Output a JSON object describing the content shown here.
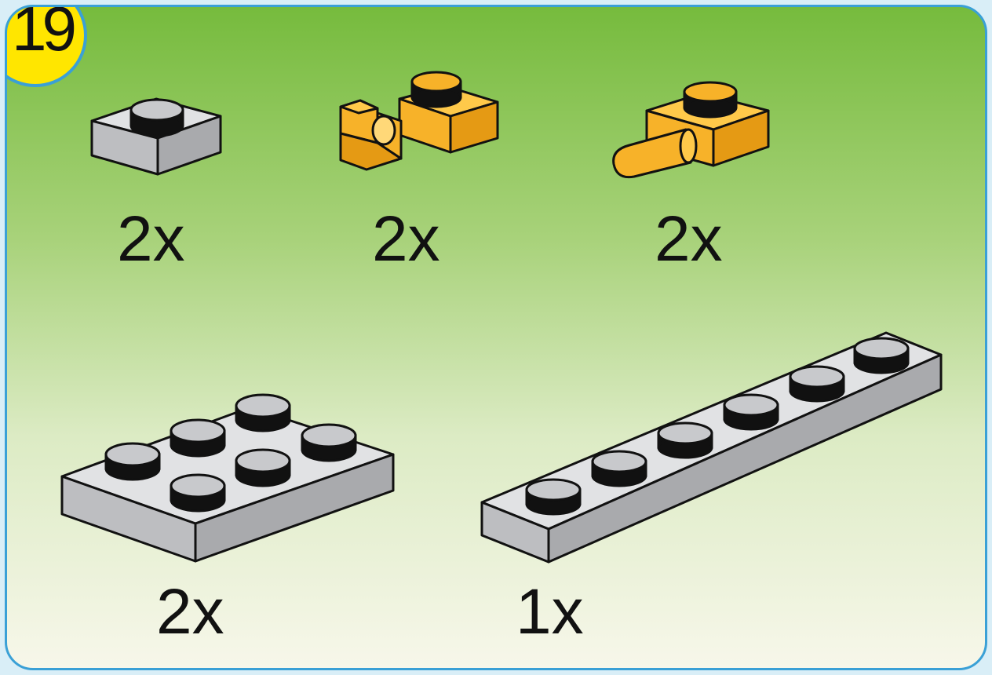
{
  "step": {
    "number": "19"
  },
  "parts": [
    {
      "name": "plate-1x1-gray",
      "color": "#c8c9cc",
      "quantity": "2x"
    },
    {
      "name": "plate-1x1-clip-orange",
      "color": "#f7b229",
      "quantity": "2x"
    },
    {
      "name": "plate-1x1-bar-orange",
      "color": "#f7b229",
      "quantity": "2x"
    },
    {
      "name": "plate-2x3-gray",
      "color": "#c8c9cc",
      "quantity": "2x"
    },
    {
      "name": "plate-1x6-gray",
      "color": "#c8c9cc",
      "quantity": "1x"
    }
  ],
  "colors": {
    "border": "#3aa0d6",
    "badge": "#ffe600",
    "gray": "#c8c9cc",
    "orange": "#f7b229"
  }
}
